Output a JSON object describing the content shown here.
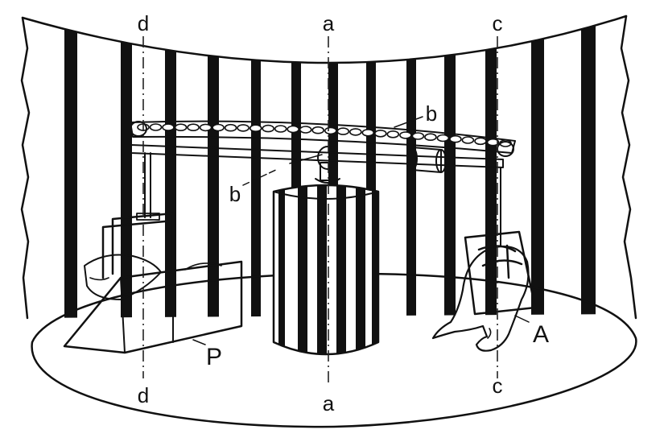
{
  "figure": {
    "axis_labels": {
      "d_top": "d",
      "a_top": "a",
      "c_top": "c",
      "d_bottom": "d",
      "a_bottom": "a",
      "c_bottom": "c"
    },
    "part_labels": {
      "b_upper": "b",
      "b_lower": "b",
      "passive_kitten": "P",
      "active_kitten": "A"
    },
    "colors": {
      "ink": "#111111",
      "paper": "#ffffff"
    }
  }
}
